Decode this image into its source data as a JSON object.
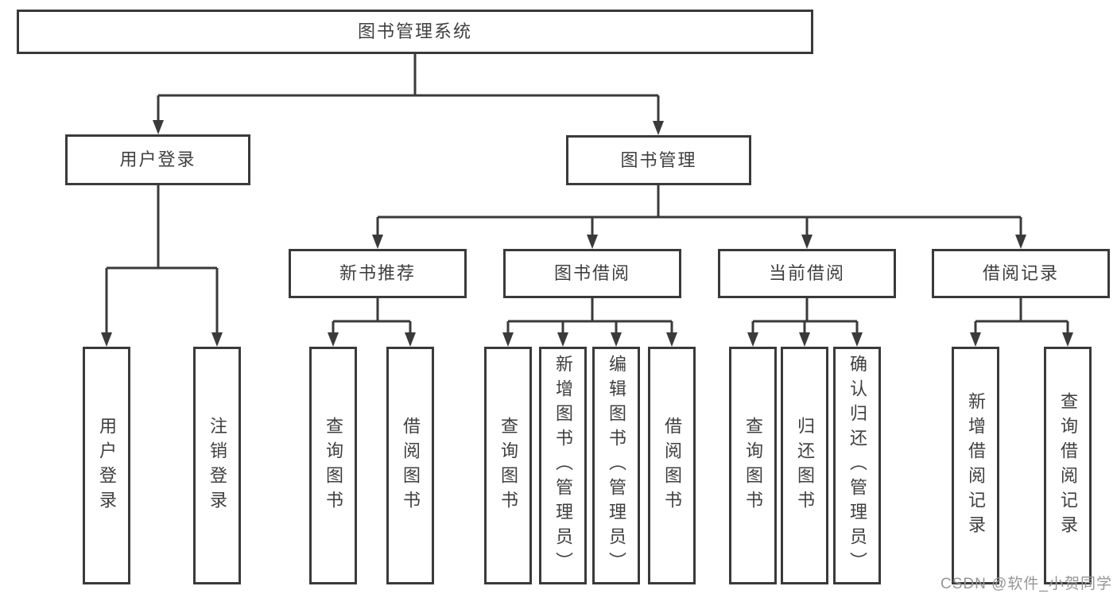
{
  "diagram": {
    "root": {
      "label": "图书管理系统"
    },
    "level2": {
      "user_login": {
        "label": "用户登录"
      },
      "book_management": {
        "label": "图书管理"
      }
    },
    "level3": {
      "new_book_recommend": {
        "label": "新书推荐"
      },
      "book_borrow": {
        "label": "图书借阅"
      },
      "current_borrow": {
        "label": "当前借阅"
      },
      "borrow_record": {
        "label": "借阅记录"
      }
    },
    "leaves": {
      "user_login": [
        "用户登录",
        "注销登录"
      ],
      "new_book_recommend": [
        "查询图书",
        "借阅图书"
      ],
      "book_borrow": [
        "查询图书",
        "新增图书（管理员）",
        "编辑图书（管理员）",
        "借阅图书"
      ],
      "current_borrow": [
        "查询图书",
        "归还图书",
        "确认归还（管理员）"
      ],
      "borrow_record": [
        "新增借阅记录",
        "查询借阅记录"
      ]
    },
    "colors": {
      "line": "#3a3a3a",
      "text": "#3f3f3f",
      "watermark": "#969696",
      "background": "#ffffff"
    }
  },
  "watermark": {
    "label": "CSDN @软件_小贺同学"
  }
}
